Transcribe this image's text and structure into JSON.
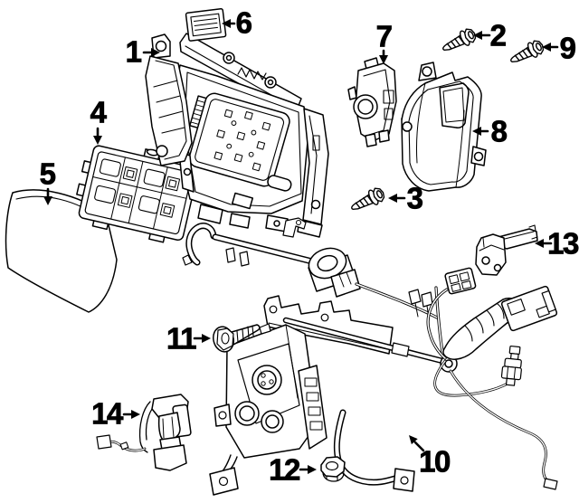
{
  "figure": {
    "background_color": "#ffffff",
    "line_color": "#000000",
    "callouts": {
      "c1": {
        "label": "1"
      },
      "c2": {
        "label": "2"
      },
      "c3": {
        "label": "3"
      },
      "c4": {
        "label": "4"
      },
      "c5": {
        "label": "5"
      },
      "c6": {
        "label": "6"
      },
      "c7": {
        "label": "7"
      },
      "c8": {
        "label": "8"
      },
      "c9": {
        "label": "9"
      },
      "c10": {
        "label": "10"
      },
      "c11": {
        "label": "11"
      },
      "c12": {
        "label": "12"
      },
      "c13": {
        "label": "13"
      },
      "c14": {
        "label": "14"
      }
    }
  }
}
